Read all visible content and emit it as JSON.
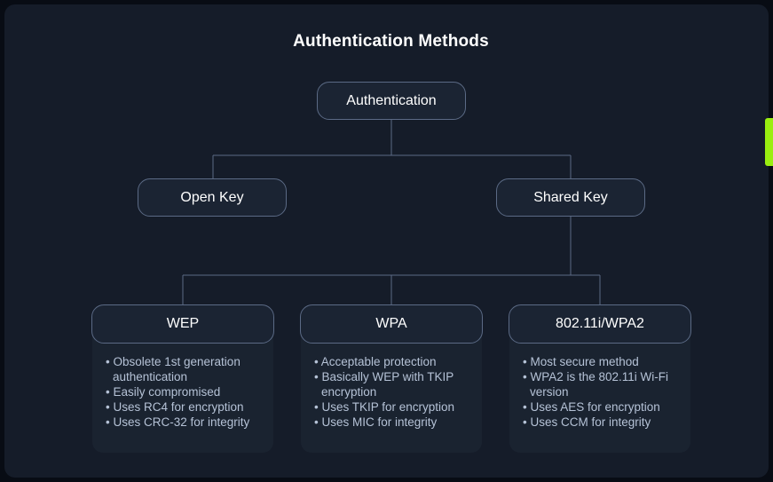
{
  "page": {
    "title": "Authentication Methods",
    "background_color": "#151c29",
    "outer_color": "#080c14",
    "accent_color": "#9aee10",
    "node_border_color": "#5b6a85",
    "text_color": "#ffffff",
    "bullet_text_color": "#b5c2d6"
  },
  "tree": {
    "root": {
      "label": "Authentication"
    },
    "level2": [
      {
        "label": "Open Key"
      },
      {
        "label": "Shared Key"
      }
    ],
    "leaves": [
      {
        "label": "WEP",
        "bullets": [
          "• Obsolete 1st generation authentication",
          "• Easily compromised",
          "• Uses RC4 for encryption",
          "• Uses CRC-32 for integrity"
        ]
      },
      {
        "label": "WPA",
        "bullets": [
          "• Acceptable protection",
          "• Basically WEP with TKIP encryption",
          "• Uses TKIP for encryption",
          "• Uses MIC for integrity"
        ]
      },
      {
        "label": "802.11i/WPA2",
        "bullets": [
          "• Most secure method",
          "• WPA2 is the 802.11i Wi-Fi version",
          "• Uses AES for encryption",
          "• Uses CCM for integrity"
        ]
      }
    ]
  },
  "edge_tab": {
    "name": "green-side-tab"
  }
}
